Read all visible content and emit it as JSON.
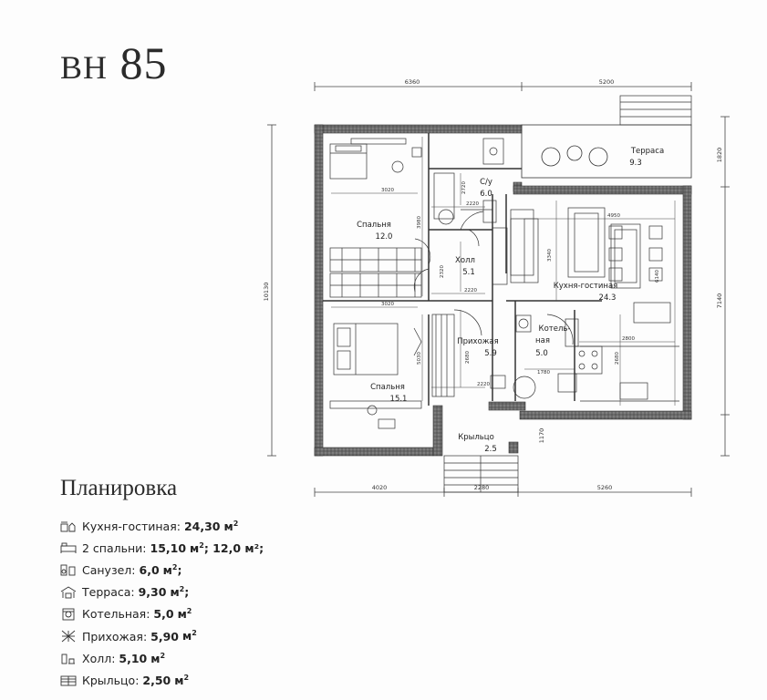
{
  "project": {
    "code": "ВН",
    "number": "85"
  },
  "rooms": {
    "terrace": {
      "name": "Терраса",
      "area": "9.3"
    },
    "bathroom": {
      "name": "С/у",
      "area": "6.0"
    },
    "bedroom1": {
      "name": "Спальня",
      "area": "12.0"
    },
    "hall": {
      "name": "Холл",
      "area": "5.1"
    },
    "kitchen": {
      "name": "Кухня-гостиная",
      "area": "24.3"
    },
    "boiler": {
      "name1": "Котель-",
      "name2": "ная",
      "area": "5.0"
    },
    "entry": {
      "name": "Прихожая",
      "area": "5.9"
    },
    "bedroom2": {
      "name": "Спальня",
      "area": "15.1"
    },
    "porch": {
      "name": "Крыльцо",
      "area": "2.5"
    }
  },
  "dims": {
    "top_left": "6360",
    "top_right": "5200",
    "bottom_left": "4020",
    "bottom_mid": "2280",
    "bottom_right": "5260",
    "left_total": "10130",
    "right_total": "7140",
    "right_top": "1820",
    "right_bottom": "1170",
    "bed1_w": "3020",
    "bed2_w": "3020",
    "bed1_h": "3980",
    "bed2_h": "5030",
    "bath_h": "2720",
    "bath_w": "2220",
    "hall_h": "2320",
    "hall_w": "2220",
    "entry_h": "2680",
    "entry_w": "2220",
    "kitchen_w": "4950",
    "kitchen_h1": "3340",
    "kitchen_h2": "6140",
    "kitchen_w2": "2800",
    "kitchen_h3": "2680",
    "boiler_w": "1780"
  },
  "legend": {
    "title": "Планировка",
    "items": [
      {
        "icon": "kitchen-icon",
        "label": "Кухня-гостиная:",
        "value": "24,30",
        "unit": "м",
        "sup": "2",
        "tail": ""
      },
      {
        "icon": "bed-icon",
        "label": "2 спальни:",
        "value": "15,10",
        "unit": "м",
        "sup": "2",
        "tail": "; 12,0 м²;"
      },
      {
        "icon": "bath-icon",
        "label": "Санузел:",
        "value": "6,0",
        "unit": "м",
        "sup": "2",
        "tail": ";"
      },
      {
        "icon": "terrace-icon",
        "label": "Терраса:",
        "value": "9,30",
        "unit": "м",
        "sup": "2",
        "tail": ";"
      },
      {
        "icon": "boiler-icon",
        "label": "Котельная:",
        "value": "5,0",
        "unit": "м",
        "sup": "2",
        "tail": ""
      },
      {
        "icon": "hallway-icon",
        "label": "Прихожая:",
        "value": "5,90",
        "unit": "м",
        "sup": "2",
        "tail": ""
      },
      {
        "icon": "hall-icon",
        "label": "Холл:",
        "value": "5,10",
        "unit": "м",
        "sup": "2",
        "tail": ""
      },
      {
        "icon": "porch-icon",
        "label": "Крыльцо:",
        "value": "2,50",
        "unit": "м",
        "sup": "2",
        "tail": ""
      }
    ]
  },
  "colors": {
    "wall": "#555555",
    "line": "#333333",
    "dim": "#444444"
  }
}
